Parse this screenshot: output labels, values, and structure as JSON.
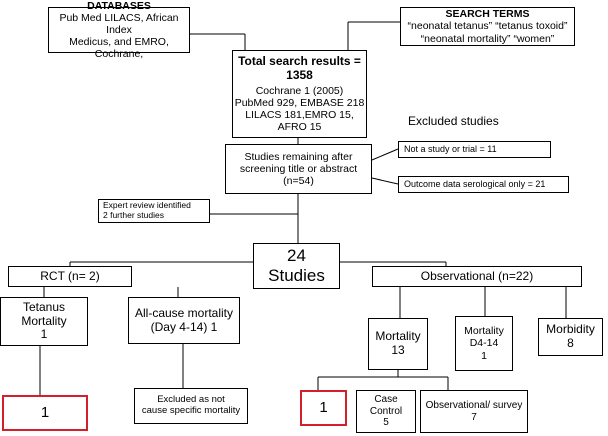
{
  "databases": {
    "title": "DATABASES",
    "line1": "Pub Med LILACS, African Index",
    "line2": "Medicus, and EMRO, Cochrane,"
  },
  "search_terms": {
    "title": "SEARCH TERMS",
    "line1": "“neonatal tetanus” “tetanus toxoid”",
    "line2": "“neonatal mortality” “women”"
  },
  "total": {
    "title_line1": "Total search results =",
    "title_line2": "1358",
    "line1": "Cochrane 1 (2005)",
    "line2": "PubMed 929, EMBASE 218",
    "line3": "LILACS 181,EMRO 15, AFRO 15"
  },
  "excluded_heading": "Excluded studies",
  "remaining": {
    "line1": "Studies remaining after",
    "line2": "screening title or abstract",
    "line3": "(n=54)"
  },
  "excluded_items": [
    "Not a study or trial = 11",
    "Outcome data serological only  =  21"
  ],
  "expert": {
    "line1": "Expert review identified",
    "line2": "2 further studies"
  },
  "studies": {
    "count": "24",
    "label": "Studies"
  },
  "rct": {
    "label": "RCT (n= 2)"
  },
  "observational": {
    "label": "Observational (n=22)"
  },
  "tetanus_mortality": {
    "label": "Tetanus Mortality",
    "value": "1"
  },
  "allcause": {
    "line1": "All-cause  mortality",
    "line2": "(Day 4-14) 1"
  },
  "mortality": {
    "label": "Mortality",
    "value": "13"
  },
  "mortality_d": {
    "label": "Mortality",
    "sub": "D4-14",
    "value": "1"
  },
  "morbidity": {
    "label": "Morbidity",
    "value": "8"
  },
  "result_rct": "1",
  "excluded_not": {
    "line1": "Excluded as not",
    "line2": "cause specific mortality"
  },
  "result_obs": "1",
  "case_control": {
    "line1": "Case",
    "line2": "Control",
    "value": "5"
  },
  "obs_survey": {
    "label": "Observational/ survey",
    "value": "7"
  }
}
